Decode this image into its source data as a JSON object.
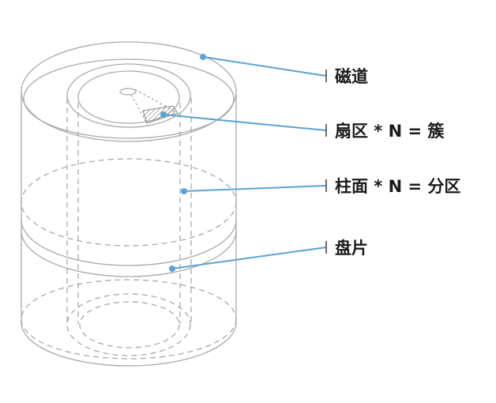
{
  "labels": {
    "track": "磁道",
    "sector_cluster": "扇区 * N = 簇",
    "cylinder_partition": "柱面 * N = 分区",
    "platter": "盘片"
  },
  "colors": {
    "leader": "#5aa3d2",
    "outline": "#a9a9a9",
    "text": "#1a1a1a"
  }
}
